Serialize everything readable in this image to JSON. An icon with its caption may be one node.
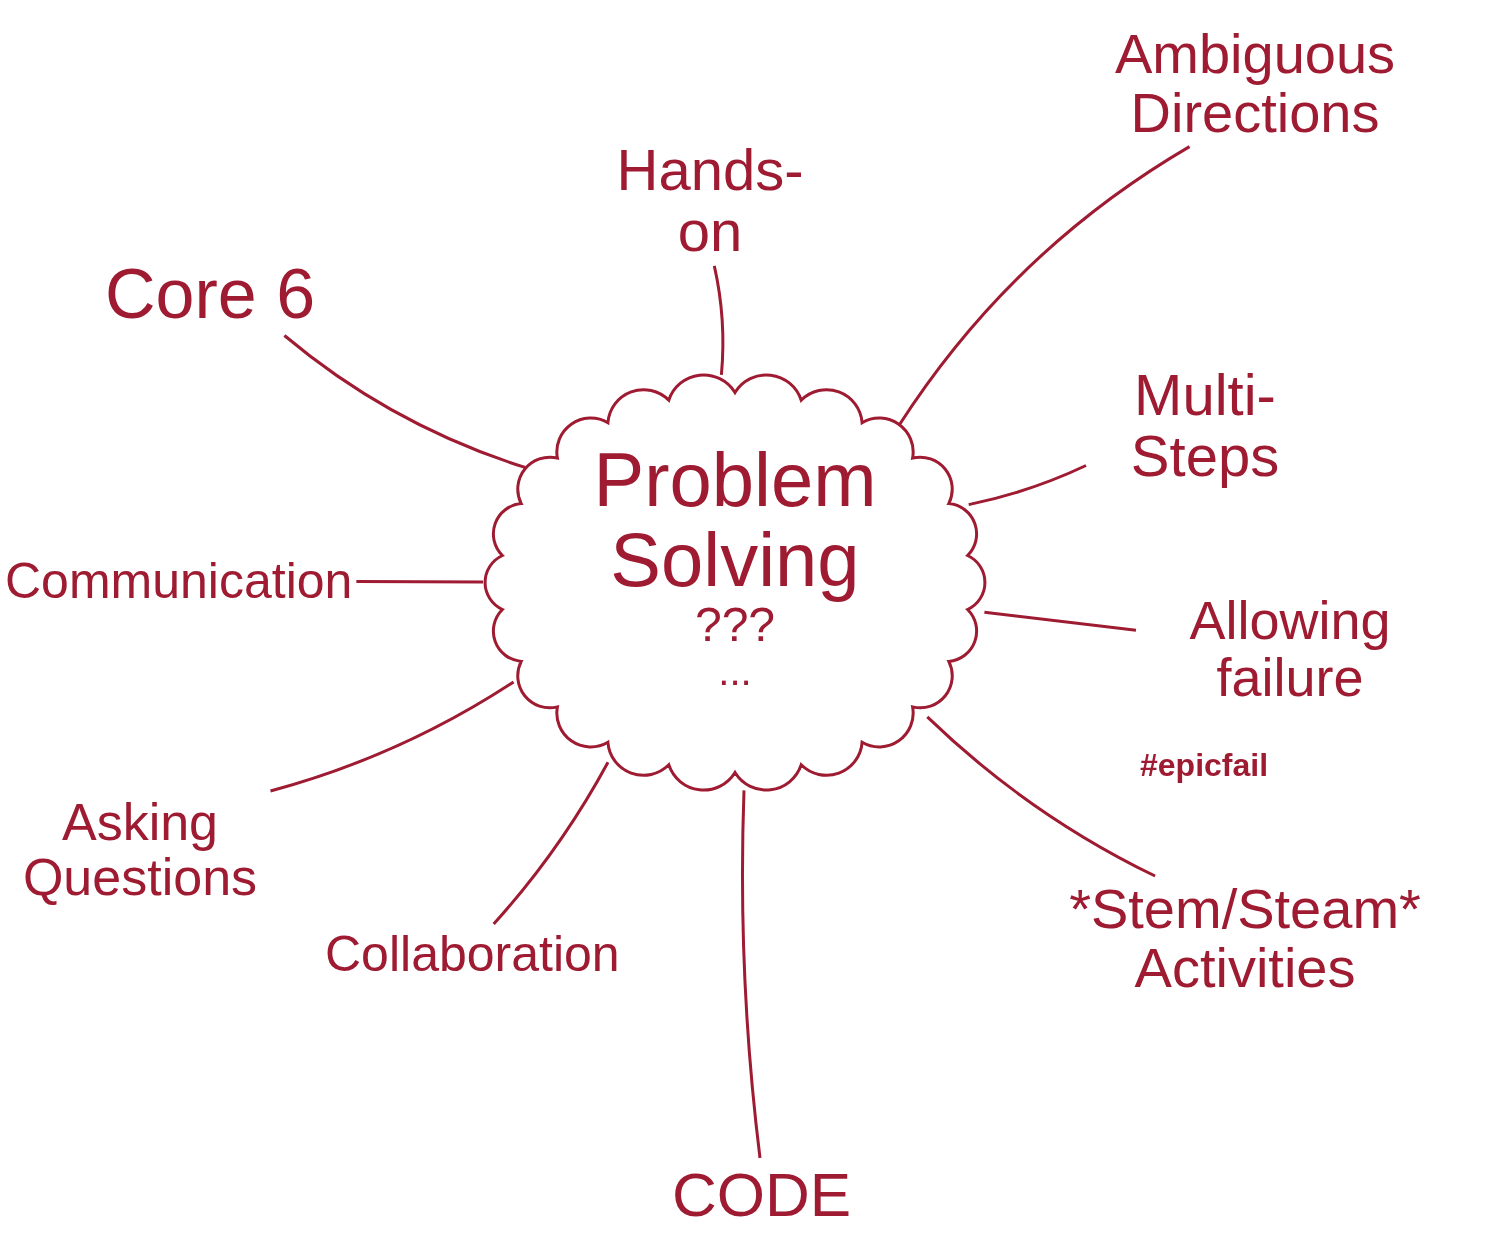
{
  "diagram": {
    "nodes": [
      {
        "text": [
          "Problem Solving",
          "???",
          "..."
        ]
      },
      {
        "text": [
          "Hands- on"
        ]
      },
      {
        "text": [
          "Ambiguous Directions"
        ]
      },
      {
        "text": [
          "Core 6"
        ]
      },
      {
        "text": [
          "Multi- Steps"
        ]
      },
      {
        "text": [
          "Communication"
        ]
      },
      {
        "text": [
          "Allowing failure"
        ],
        "beside": [
          "#epicfail"
        ]
      },
      {
        "text": [
          "Asking Questions"
        ]
      },
      {
        "text": [
          "Collaboration"
        ]
      },
      {
        "text": [
          "CODE"
        ]
      },
      {
        "text": [
          "*Stem/Steam* Activities"
        ]
      }
    ],
    "edges": [
      {
        "from": 0,
        "to": 1,
        "arrow": "none"
      },
      {
        "from": 0,
        "to": 2,
        "arrow": "none"
      },
      {
        "from": 0,
        "to": 3,
        "arrow": "none"
      },
      {
        "from": 0,
        "to": 4,
        "arrow": "none"
      },
      {
        "from": 0,
        "to": 5,
        "arrow": "none"
      },
      {
        "from": 0,
        "to": 6,
        "arrow": "none"
      },
      {
        "from": 0,
        "to": 7,
        "arrow": "none"
      },
      {
        "from": 0,
        "to": 8,
        "arrow": "none"
      },
      {
        "from": 0,
        "to": 9,
        "arrow": "none"
      },
      {
        "from": 0,
        "to": 10,
        "arrow": "none"
      }
    ]
  }
}
